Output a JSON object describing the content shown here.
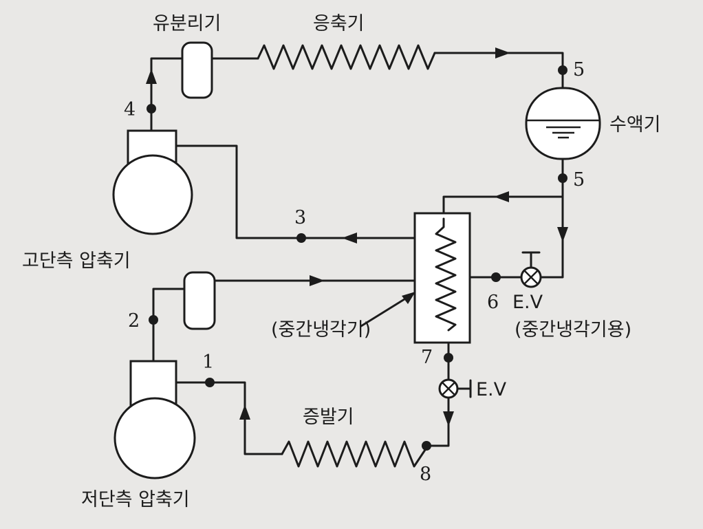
{
  "labels": {
    "oil_separator": "유분리기",
    "condenser": "응축기",
    "receiver": "수액기",
    "hp_compressor": "고단측 압축기",
    "lp_compressor": "저단측 압축기",
    "intercooler": "(중간냉각기)",
    "evaporator": "증발기",
    "ev_intercooler": "E.V",
    "ev_intercooler_note": "(중간냉각기용)",
    "ev_main": "E.V"
  },
  "points": {
    "p1": "1",
    "p2": "2",
    "p3": "3",
    "p4": "4",
    "p5_top": "5",
    "p5_bottom": "5",
    "p6": "6",
    "p7": "7",
    "p8": "8"
  },
  "colors": {
    "line": "#1c1c1c",
    "background": "#e9e8e6"
  }
}
